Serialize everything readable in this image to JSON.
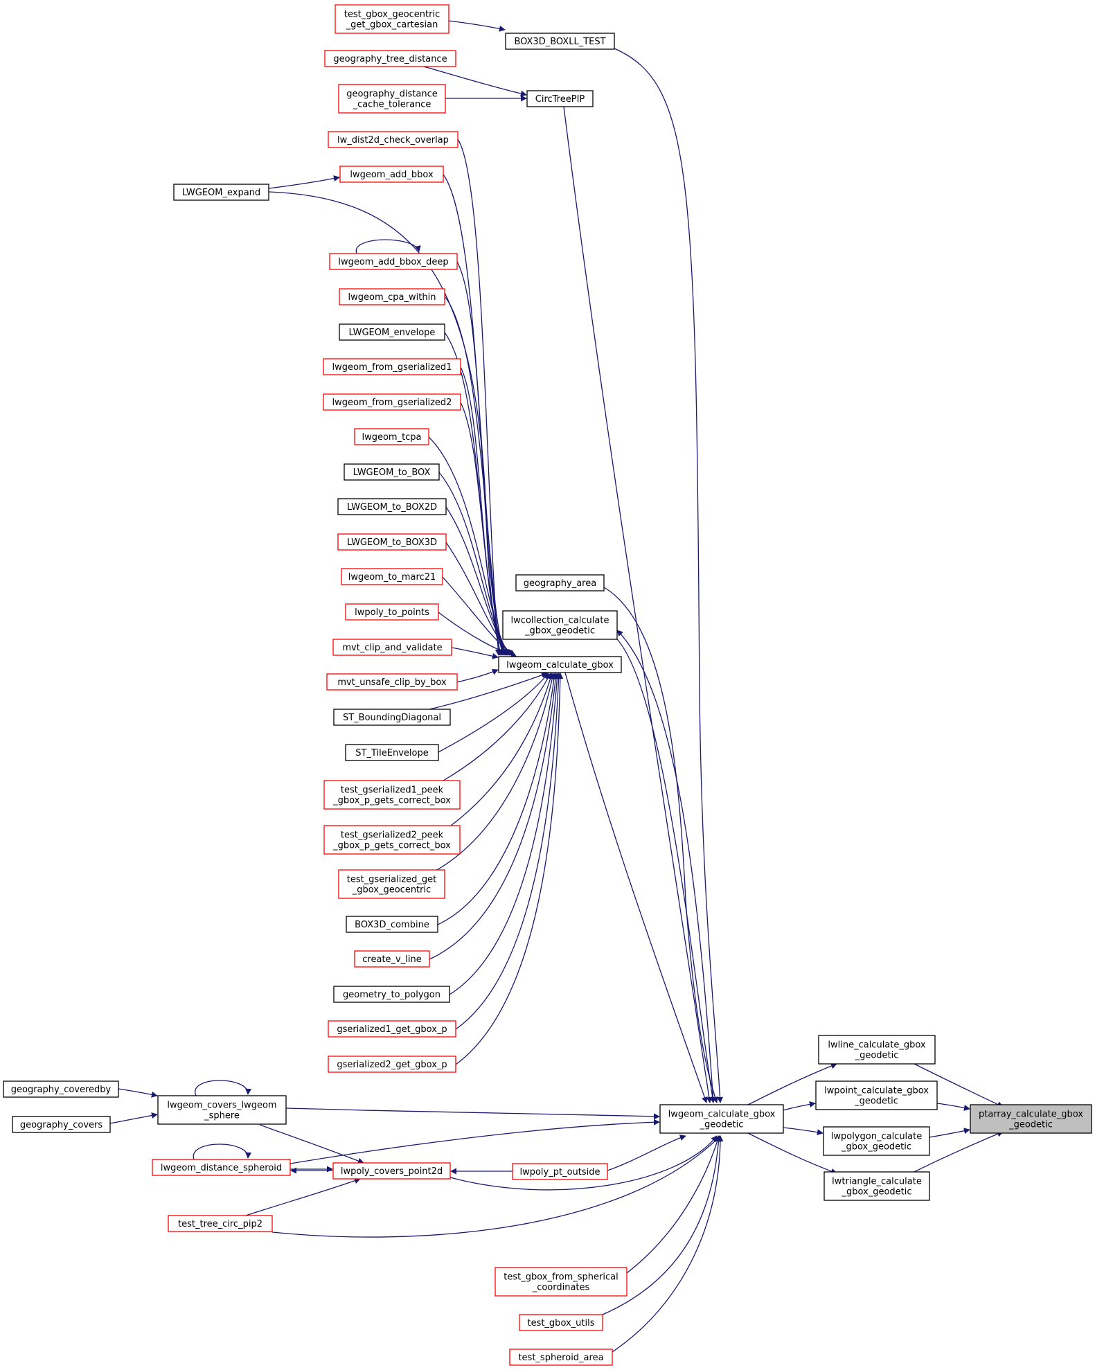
{
  "diagram": {
    "colors": {
      "edge": "#191970",
      "border_black": "#000000",
      "border_red": "#ff0000",
      "focus_fill": "#bfbfbf",
      "background": "#ffffff"
    },
    "focus_node": "ptarray_calculate_gbox_geodetic",
    "nodes": [
      {
        "id": "test_gbox_geocentric_get_gbox_cartesian",
        "lines": [
          "test_gbox_geocentric",
          "_get_gbox_cartesian"
        ],
        "border": "red"
      },
      {
        "id": "BOX3D_BOXLL_TEST",
        "lines": [
          "BOX3D_BOXLL_TEST"
        ],
        "border": "black"
      },
      {
        "id": "geography_tree_distance",
        "lines": [
          "geography_tree_distance"
        ],
        "border": "red"
      },
      {
        "id": "geography_distance_cache_tolerance",
        "lines": [
          "geography_distance",
          "_cache_tolerance"
        ],
        "border": "red"
      },
      {
        "id": "CircTreePIP",
        "lines": [
          "CircTreePIP"
        ],
        "border": "black"
      },
      {
        "id": "lw_dist2d_check_overlap",
        "lines": [
          "lw_dist2d_check_overlap"
        ],
        "border": "red"
      },
      {
        "id": "lwgeom_add_bbox",
        "lines": [
          "lwgeom_add_bbox"
        ],
        "border": "red"
      },
      {
        "id": "LWGEOM_expand",
        "lines": [
          "LWGEOM_expand"
        ],
        "border": "black"
      },
      {
        "id": "lwgeom_add_bbox_deep",
        "lines": [
          "lwgeom_add_bbox_deep"
        ],
        "border": "red"
      },
      {
        "id": "lwgeom_cpa_within",
        "lines": [
          "lwgeom_cpa_within"
        ],
        "border": "red"
      },
      {
        "id": "LWGEOM_envelope",
        "lines": [
          "LWGEOM_envelope"
        ],
        "border": "black"
      },
      {
        "id": "lwgeom_from_gserialized1",
        "lines": [
          "lwgeom_from_gserialized1"
        ],
        "border": "red"
      },
      {
        "id": "lwgeom_from_gserialized2",
        "lines": [
          "lwgeom_from_gserialized2"
        ],
        "border": "red"
      },
      {
        "id": "lwgeom_tcpa",
        "lines": [
          "lwgeom_tcpa"
        ],
        "border": "red"
      },
      {
        "id": "LWGEOM_to_BOX",
        "lines": [
          "LWGEOM_to_BOX"
        ],
        "border": "black"
      },
      {
        "id": "LWGEOM_to_BOX2D",
        "lines": [
          "LWGEOM_to_BOX2D"
        ],
        "border": "black"
      },
      {
        "id": "LWGEOM_to_BOX3D",
        "lines": [
          "LWGEOM_to_BOX3D"
        ],
        "border": "red"
      },
      {
        "id": "lwgeom_to_marc21",
        "lines": [
          "lwgeom_to_marc21"
        ],
        "border": "red"
      },
      {
        "id": "lwpoly_to_points",
        "lines": [
          "lwpoly_to_points"
        ],
        "border": "red"
      },
      {
        "id": "mvt_clip_and_validate",
        "lines": [
          "mvt_clip_and_validate"
        ],
        "border": "red"
      },
      {
        "id": "mvt_unsafe_clip_by_box",
        "lines": [
          "mvt_unsafe_clip_by_box"
        ],
        "border": "red"
      },
      {
        "id": "ST_BoundingDiagonal",
        "lines": [
          "ST_BoundingDiagonal"
        ],
        "border": "black"
      },
      {
        "id": "ST_TileEnvelope",
        "lines": [
          "ST_TileEnvelope"
        ],
        "border": "black"
      },
      {
        "id": "test_gserialized1_peek",
        "lines": [
          "test_gserialized1_peek",
          "_gbox_p_gets_correct_box"
        ],
        "border": "red"
      },
      {
        "id": "test_gserialized2_peek",
        "lines": [
          "test_gserialized2_peek",
          "_gbox_p_gets_correct_box"
        ],
        "border": "red"
      },
      {
        "id": "test_gserialized_get_gbox_geocentric",
        "lines": [
          "test_gserialized_get",
          "_gbox_geocentric"
        ],
        "border": "red"
      },
      {
        "id": "BOX3D_combine",
        "lines": [
          "BOX3D_combine"
        ],
        "border": "black"
      },
      {
        "id": "create_v_line",
        "lines": [
          "create_v_line"
        ],
        "border": "red"
      },
      {
        "id": "geometry_to_polygon",
        "lines": [
          "geometry_to_polygon"
        ],
        "border": "black"
      },
      {
        "id": "gserialized1_get_gbox_p",
        "lines": [
          "gserialized1_get_gbox_p"
        ],
        "border": "red"
      },
      {
        "id": "gserialized2_get_gbox_p",
        "lines": [
          "gserialized2_get_gbox_p"
        ],
        "border": "red"
      },
      {
        "id": "geography_area",
        "lines": [
          "geography_area"
        ],
        "border": "black"
      },
      {
        "id": "lwcollection_calculate_gbox_geodetic",
        "lines": [
          "lwcollection_calculate",
          "_gbox_geodetic"
        ],
        "border": "black"
      },
      {
        "id": "lwgeom_calculate_gbox",
        "lines": [
          "lwgeom_calculate_gbox"
        ],
        "border": "black"
      },
      {
        "id": "geography_coveredby",
        "lines": [
          "geography_coveredby"
        ],
        "border": "black"
      },
      {
        "id": "geography_covers",
        "lines": [
          "geography_covers"
        ],
        "border": "black"
      },
      {
        "id": "lwgeom_covers_lwgeom_sphere",
        "lines": [
          "lwgeom_covers_lwgeom",
          "_sphere"
        ],
        "border": "black"
      },
      {
        "id": "lwgeom_distance_spheroid",
        "lines": [
          "lwgeom_distance_spheroid"
        ],
        "border": "red"
      },
      {
        "id": "lwpoly_covers_point2d",
        "lines": [
          "lwpoly_covers_point2d"
        ],
        "border": "red"
      },
      {
        "id": "test_tree_circ_pip2",
        "lines": [
          "test_tree_circ_pip2"
        ],
        "border": "red"
      },
      {
        "id": "lwpoly_pt_outside",
        "lines": [
          "lwpoly_pt_outside"
        ],
        "border": "red"
      },
      {
        "id": "test_gbox_from_spherical_coordinates",
        "lines": [
          "test_gbox_from_spherical",
          "_coordinates"
        ],
        "border": "red"
      },
      {
        "id": "test_gbox_utils",
        "lines": [
          "test_gbox_utils"
        ],
        "border": "red"
      },
      {
        "id": "test_spheroid_area",
        "lines": [
          "test_spheroid_area"
        ],
        "border": "red"
      },
      {
        "id": "lwgeom_calculate_gbox_geodetic",
        "lines": [
          "lwgeom_calculate_gbox",
          "_geodetic"
        ],
        "border": "black"
      },
      {
        "id": "lwline_calculate_gbox_geodetic",
        "lines": [
          "lwline_calculate_gbox",
          "_geodetic"
        ],
        "border": "black"
      },
      {
        "id": "lwpoint_calculate_gbox_geodetic",
        "lines": [
          "lwpoint_calculate_gbox",
          "_geodetic"
        ],
        "border": "black"
      },
      {
        "id": "lwpolygon_calculate_gbox_geodetic",
        "lines": [
          "lwpolygon_calculate",
          "_gbox_geodetic"
        ],
        "border": "black"
      },
      {
        "id": "lwtriangle_calculate_gbox_geodetic",
        "lines": [
          "lwtriangle_calculate",
          "_gbox_geodetic"
        ],
        "border": "black"
      },
      {
        "id": "ptarray_calculate_gbox_geodetic",
        "lines": [
          "ptarray_calculate_gbox",
          "_geodetic"
        ],
        "border": "focus"
      }
    ]
  }
}
